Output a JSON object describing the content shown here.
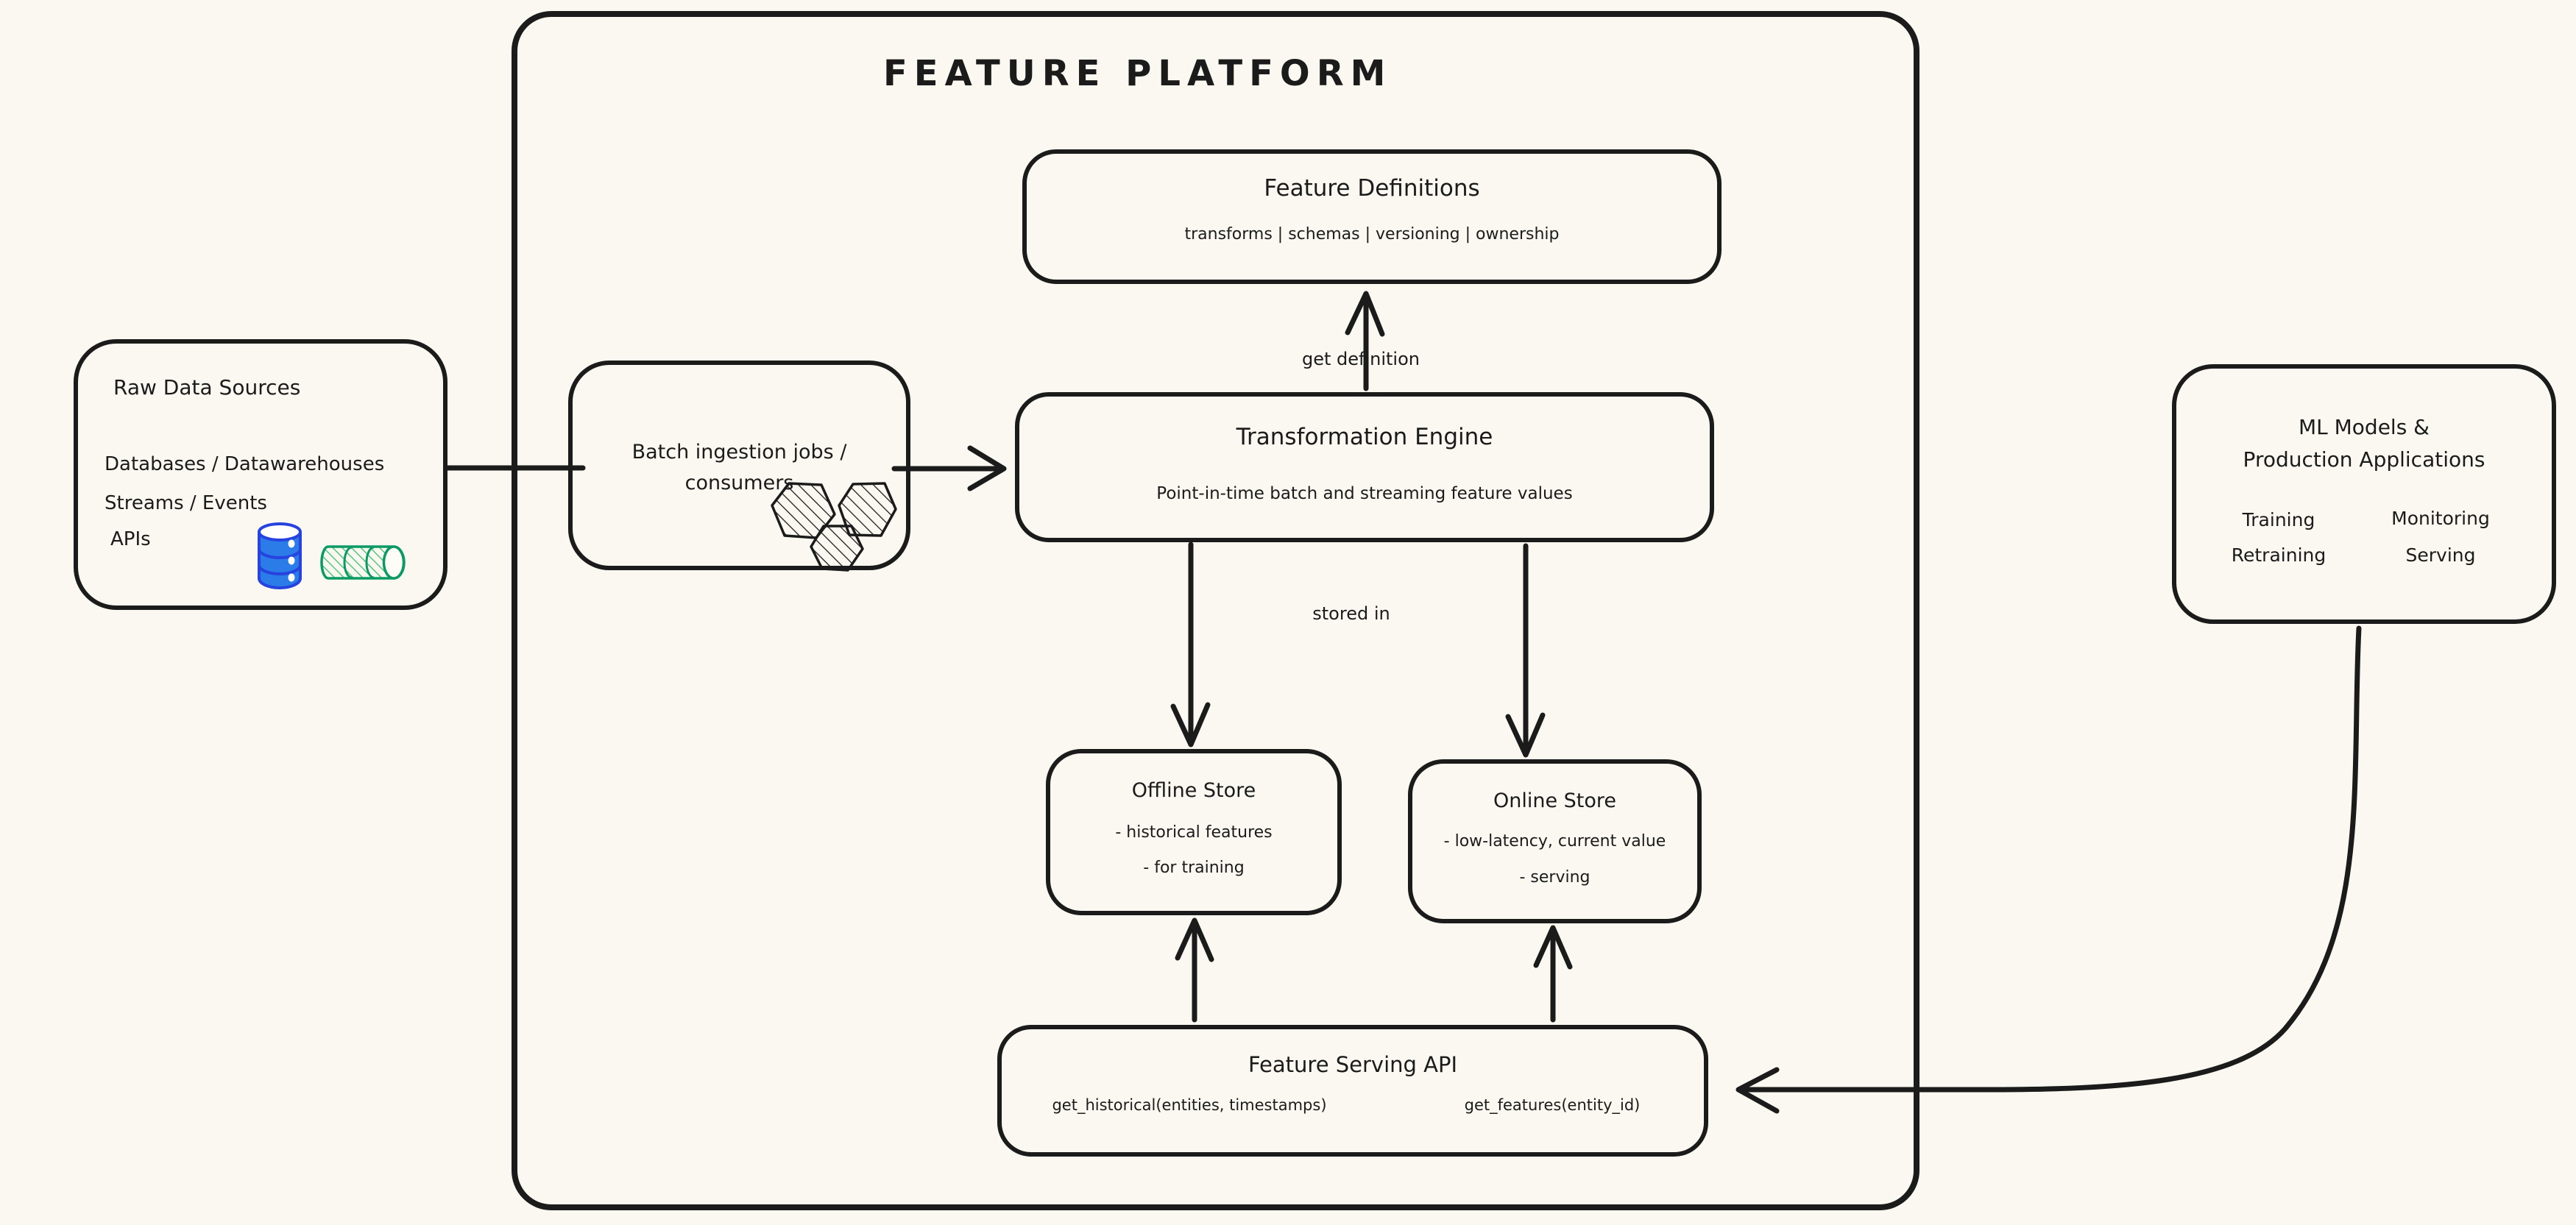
{
  "colors": {
    "background": "#faf8f0",
    "ink": "#1b1b1b",
    "database_fill": "#2b7ce9",
    "database_stroke": "#2643e0",
    "stream_stroke": "#0b9a66",
    "stream_hatch": "#3cc06c"
  },
  "platform": {
    "title": "FEATURE PLATFORM"
  },
  "nodes": {
    "feature_definitions": {
      "title": "Feature Definitions",
      "subtitle": "transforms | schemas | versioning | ownership"
    },
    "raw_data_sources": {
      "title": "Raw Data Sources",
      "items": [
        "Databases / Datawarehouses",
        "Streams / Events",
        "APIs"
      ]
    },
    "batch_ingestion": {
      "title_line1": "Batch ingestion jobs /",
      "title_line2": "consumers"
    },
    "transformation_engine": {
      "title": "Transformation Engine",
      "subtitle": "Point-in-time batch and streaming feature values"
    },
    "offline_store": {
      "title": "Offline Store",
      "items": [
        "- historical features",
        "- for training"
      ]
    },
    "online_store": {
      "title": "Online Store",
      "items": [
        "- low-latency, current value",
        "- serving"
      ]
    },
    "feature_serving_api": {
      "title": "Feature Serving API",
      "api_left": "get_historical(entities, timestamps)",
      "api_right": "get_features(entity_id)"
    },
    "ml_models": {
      "title_line1": "ML Models &",
      "title_line2": "Production Applications",
      "items": [
        "Training",
        "Monitoring",
        "Retraining",
        "Serving"
      ]
    }
  },
  "edge_labels": {
    "get_definition": "get definition",
    "stored_in": "stored in"
  },
  "edges": [
    {
      "from": "raw-data-sources",
      "to": "batch-ingestion",
      "label": ""
    },
    {
      "from": "batch-ingestion",
      "to": "transformation-engine",
      "label": ""
    },
    {
      "from": "transformation-engine",
      "to": "feature-definitions",
      "label": "get definition"
    },
    {
      "from": "transformation-engine",
      "to": "offline-store",
      "label": "stored in"
    },
    {
      "from": "transformation-engine",
      "to": "online-store",
      "label": "stored in"
    },
    {
      "from": "feature-serving-api",
      "to": "offline-store",
      "label": ""
    },
    {
      "from": "feature-serving-api",
      "to": "online-store",
      "label": ""
    },
    {
      "from": "ml-models",
      "to": "feature-serving-api",
      "label": ""
    }
  ],
  "icons": {
    "database": "database-icon",
    "stream": "stream-icon",
    "hexagons": "hexagons-icon"
  }
}
